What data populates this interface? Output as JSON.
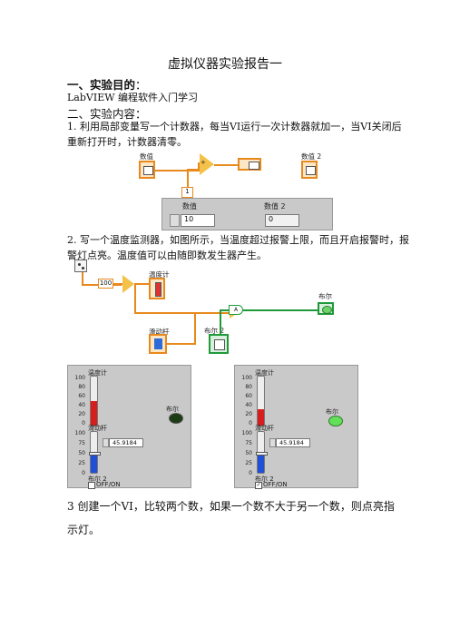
{
  "doc": {
    "title": "虚拟仪器实验报告一",
    "s1_heading": "一、实验目的",
    "s1_colon": "：",
    "s1_body": "LabVIEW 编程软件入门学习",
    "s2_heading": "二、实验内容",
    "s2_colon": "：",
    "item1_line1": "1. 利用局部变量写一个计数器，每当VI运行一次计数器就加一，当VI关闭后",
    "item1_line2": "重新打开时，计数器清零。",
    "item2_line1": "2. 写一个温度监测器，如图所示，当温度超过报警上限，而且开启报警时，报",
    "item2_line2": "警灯点亮。温度值可以由随即数发生器产生。",
    "item3_line1": "3 创建一个VI，比较两个数，如果一个数不大于另一个数，则点亮指",
    "item3_line2": "示灯。"
  },
  "fig1": {
    "label_a": "数值",
    "label_b": "数值 2",
    "const_one": "1",
    "panel_label_a": "数值",
    "panel_label_b": "数值 2",
    "value_a": "10",
    "value_b": "0"
  },
  "fig2": {
    "const_100": "100",
    "label_therm": "温度计",
    "label_slider": "滑动杆",
    "label_bool": "布尔",
    "label_bool2": "布尔 2"
  },
  "fig3": {
    "left": {
      "therm_label": "温度计",
      "slider_label": "滑动杆",
      "bool_label": "布尔",
      "bool2_label": "布尔 2",
      "switch_text": "OFF/ON",
      "slider_value": "45.9184",
      "therm_level": 0.5,
      "slider_level": 0.46,
      "led_on": false,
      "checked": false
    },
    "right": {
      "therm_label": "温度计",
      "slider_label": "滑动杆",
      "bool_label": "布尔",
      "bool2_label": "布尔 2",
      "switch_text": "OFF/ON",
      "slider_value": "45.9184",
      "therm_level": 0.33,
      "slider_level": 0.46,
      "led_on": true,
      "checked": true
    },
    "therm_ticks": [
      "100",
      "80",
      "60",
      "40",
      "20",
      "0"
    ],
    "slider_ticks": [
      "100",
      "75",
      "50",
      "25",
      "0"
    ]
  }
}
